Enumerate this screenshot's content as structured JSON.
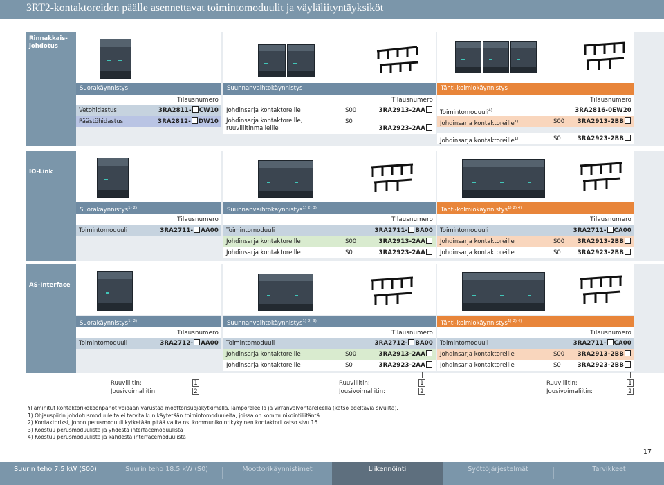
{
  "page_title": "3RT2-kontaktoreiden päälle asennettavat toimintomoduulit ja väyläliityntäyksiköt",
  "header_col": "Tilausnumero",
  "sections": [
    {
      "label": "Rinnakkais-\njohdotus",
      "direct": {
        "title": "Suorakäynnistys",
        "rows": [
          {
            "label": "Vetohidastus",
            "ord_a": "3RA2811-",
            "ord_b": "CW10"
          },
          {
            "label": "Päästöhidastus",
            "ord_a": "3RA2812-",
            "ord_b": "DW10"
          }
        ]
      },
      "reversing": {
        "title": "Suunnanvaihtokäynnistys",
        "rows": [
          {
            "label": "Johdinsarja kontaktoreille",
            "size": "S00",
            "ord": "3RA2913-2AA"
          },
          {
            "label": "Johdinsarja kontaktoreille,",
            "label2": "ruuviliitinmalleille",
            "size": "S0",
            "ord": "3RA2923-2AA"
          }
        ]
      },
      "stardelta": {
        "title": "Tähti-kolmiokäynnistys",
        "rows": [
          {
            "label": "Toimintomoduuli",
            "sup": "4)",
            "size": "",
            "ord": "3RA2816-0EW20"
          },
          {
            "label": "Johdinsarja kontaktoreille",
            "sup": "1)",
            "size": "S00",
            "ord": "3RA2913-2BB"
          },
          {
            "label": "Johdinsarja kontaktoreille",
            "sup": "1)",
            "size": "S0",
            "ord": "3RA2923-2BB"
          }
        ]
      }
    },
    {
      "label": "IO-Link",
      "direct": {
        "title": "Suorakäynnistys",
        "sup": "1) 2)",
        "rows": [
          {
            "label": "Toimintomoduuli",
            "ord_a": "3RA2711-",
            "ord_b": "AA00"
          }
        ]
      },
      "reversing": {
        "title": "Suunnanvaihtokäynnistys",
        "sup": "1) 2) 3)",
        "rows": [
          {
            "label": "Toimintomoduuli",
            "size": "",
            "ord_a": "3RA2711-",
            "ord_b": "BA00"
          },
          {
            "label": "Johdinsarja kontaktoreille",
            "size": "S00",
            "ord": "3RA2913-2AA"
          },
          {
            "label": "Johdinsarja kontaktoreille",
            "size": "S0",
            "ord": "3RA2923-2AA"
          }
        ]
      },
      "stardelta": {
        "title": "Tähti-kolmiokäynnistys",
        "sup": "1) 2) 4)",
        "rows": [
          {
            "label": "Toimintomoduuli",
            "size": "",
            "ord_a": "3RA2711-",
            "ord_b": "CA00"
          },
          {
            "label": "Johdinsarja kontaktoreille",
            "size": "S00",
            "ord": "3RA2913-2BB"
          },
          {
            "label": "Johdinsarja kontaktoreille",
            "size": "S0",
            "ord": "3RA2923-2BB"
          }
        ]
      }
    },
    {
      "label": "AS-Interface",
      "direct": {
        "title": "Suorakäynnistys",
        "sup": "1) 2)",
        "rows": [
          {
            "label": "Toimintomoduuli",
            "ord_a": "3RA2712-",
            "ord_b": "AA00"
          }
        ]
      },
      "reversing": {
        "title": "Suunnanvaihtokäynnistys",
        "sup": "1) 2) 3)",
        "rows": [
          {
            "label": "Toimintomoduuli",
            "size": "",
            "ord_a": "3RA2712-",
            "ord_b": "BA00"
          },
          {
            "label": "Johdinsarja kontaktoreille",
            "size": "S00",
            "ord": "3RA2913-2AA"
          },
          {
            "label": "Johdinsarja kontaktoreille",
            "size": "S0",
            "ord": "3RA2923-2AA"
          }
        ]
      },
      "stardelta": {
        "title": "Tähti-kolmiokäynnistys",
        "sup": "1) 2) 4)",
        "rows": [
          {
            "label": "Toimintomoduuli",
            "size": "",
            "ord_a": "3RA2711-",
            "ord_b": "CA00"
          },
          {
            "label": "Johdinsarja kontaktoreille",
            "size": "S00",
            "ord": "3RA2913-2BB"
          },
          {
            "label": "Johdinsarja kontaktoreille",
            "size": "S0",
            "ord": "3RA2923-2BB"
          }
        ]
      }
    }
  ],
  "legend": {
    "screw": "Ruuviliitin:",
    "spring": "Jousivoimaliitin:",
    "n1": "1",
    "n2": "2"
  },
  "footnotes": [
    "Ylläminitut kontaktorikokoonpanot voidaan varustaa moottorisuojakytkimellä, lämpöreleellä ja virranvalvontareleellä (katso edeltäviä sivuilta).",
    "1) Ohjauspiirin johdotusmoduuleita ei tarvita kun käytetään toimintomoduuleita, joissa on kommunikointiliitäntä",
    "2) Kontaktoriksi, johon perusmoduuli kytketään pitää valita ns. kommunikointikykyinen kontaktori katso sivu 16.",
    "3) Koostuu perusmoduulista ja yhdestä interfacemoduulista",
    "4) Koostuu perusmoduulista ja kahdesta interfacemoduulista"
  ],
  "page_number": "17",
  "tabs": [
    "Suurin teho 7.5 kW (S00)",
    "Suurin teho 18.5 kW (S0)",
    "Moottorikäynnistimet",
    "Liikennöinti",
    "Syöttöjärjestelmät",
    "Tarvikkeet"
  ],
  "colors": {
    "blue_grey": "#7b96aa",
    "orange": "#e8853a",
    "row_blue": "#c6d3df",
    "row_green": "#d9ebcf",
    "row_peach": "#f9d6bd"
  }
}
